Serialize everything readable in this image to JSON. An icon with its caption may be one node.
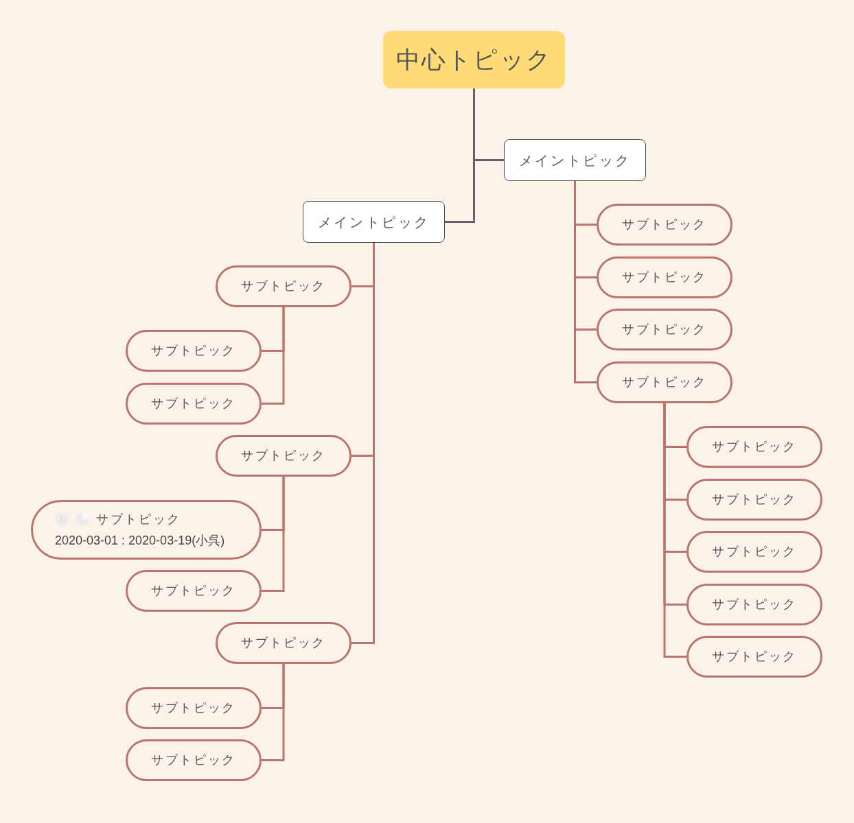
{
  "diagram": {
    "nodes": [
      {
        "text": [
          "中心トピック"
        ]
      },
      {
        "text": [
          "メイントピック"
        ]
      },
      {
        "text": [
          "メイントピック"
        ]
      },
      {
        "text": [
          "サブトピック"
        ]
      },
      {
        "text": [
          "サブトピック"
        ]
      },
      {
        "text": [
          "サブトピック"
        ]
      },
      {
        "text": [
          "サブトピック"
        ]
      },
      {
        "text": [
          "サブトピック"
        ]
      },
      {
        "text": [
          "サブトピック"
        ]
      },
      {
        "text": [
          "サブトピック"
        ]
      },
      {
        "text": [
          "サブトピック"
        ]
      },
      {
        "text": [
          "サブトピック"
        ]
      },
      {
        "text": [
          "サブトピック"
        ]
      },
      {
        "text": [
          "サブトピック"
        ]
      },
      {
        "text": [
          "サブトピック"
        ]
      },
      {
        "text": [
          "サブトピック"
        ]
      },
      {
        "text": [
          "サブトピック",
          "2020-03-01 : 2020-03-19(小呉)"
        ]
      },
      {
        "text": [
          "サブトピック"
        ]
      },
      {
        "text": [
          "サブトピック"
        ]
      },
      {
        "text": [
          "サブトピック"
        ]
      },
      {
        "text": [
          "サブトピック"
        ]
      }
    ],
    "edges": [
      {
        "from": 0,
        "to": 1,
        "arrow": "none",
        "color": "#6e5a68"
      },
      {
        "from": 0,
        "to": 2,
        "arrow": "none",
        "color": "#6e5a68"
      },
      {
        "from": 1,
        "to": 3,
        "arrow": "none"
      },
      {
        "from": 1,
        "to": 4,
        "arrow": "none"
      },
      {
        "from": 1,
        "to": 5,
        "arrow": "none"
      },
      {
        "from": 1,
        "to": 6,
        "arrow": "none"
      },
      {
        "from": 6,
        "to": 7,
        "arrow": "none"
      },
      {
        "from": 6,
        "to": 8,
        "arrow": "none"
      },
      {
        "from": 6,
        "to": 9,
        "arrow": "none"
      },
      {
        "from": 6,
        "to": 10,
        "arrow": "none"
      },
      {
        "from": 6,
        "to": 11,
        "arrow": "none"
      },
      {
        "from": 2,
        "to": 12,
        "arrow": "none"
      },
      {
        "from": 12,
        "to": 13,
        "arrow": "none"
      },
      {
        "from": 12,
        "to": 14,
        "arrow": "none"
      },
      {
        "from": 2,
        "to": 15,
        "arrow": "none"
      },
      {
        "from": 15,
        "to": 16,
        "arrow": "none"
      },
      {
        "from": 15,
        "to": 17,
        "arrow": "none"
      },
      {
        "from": 2,
        "to": 18,
        "arrow": "none"
      },
      {
        "from": 18,
        "to": 19,
        "arrow": "none"
      },
      {
        "from": 18,
        "to": 20,
        "arrow": "none"
      }
    ]
  }
}
